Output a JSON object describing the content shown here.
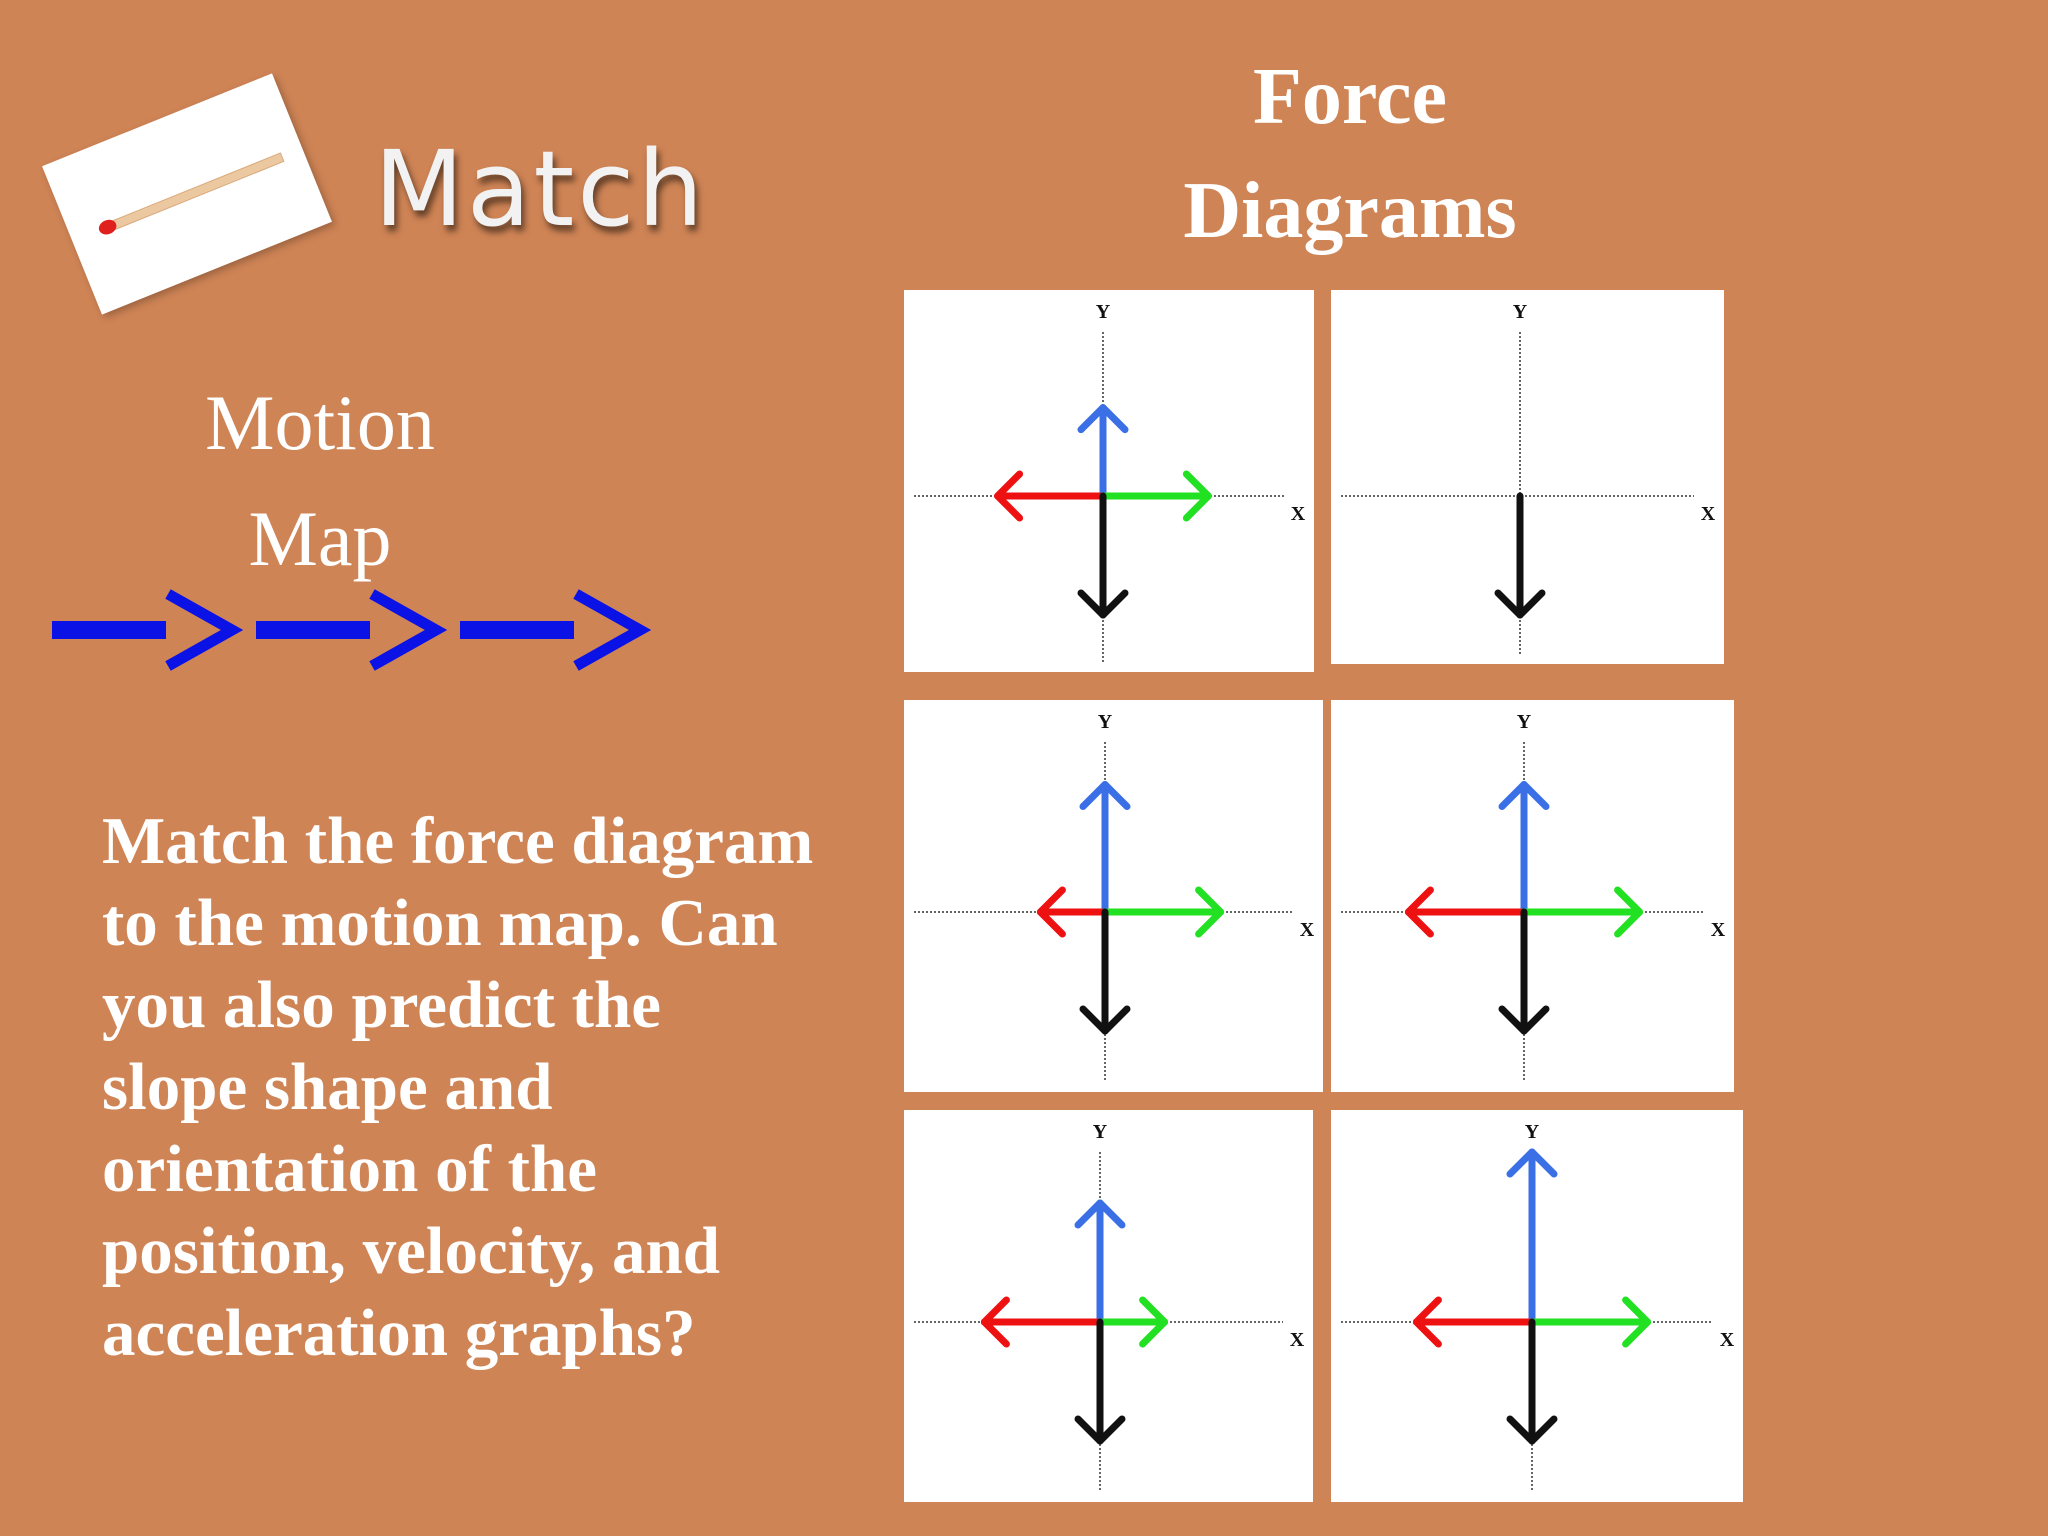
{
  "slide": {
    "title": "Match",
    "motion_map_title": [
      "Motion",
      "Map"
    ],
    "force_diagrams_title": [
      "Force",
      "Diagrams"
    ],
    "instructions": "Match the force diagram to the motion map.  Can you also predict the slope shape and orientation of the position, velocity, and acceleration graphs?"
  },
  "colors": {
    "background": "#cf8455",
    "motion_arrow": "#0a12e6",
    "up_force": "#3a6fe6",
    "left_force": "#ee1111",
    "right_force": "#22e022",
    "down_force": "#111111"
  },
  "motion_map": {
    "arrows": 3,
    "direction": "right"
  },
  "force_diagrams": {
    "axis_labels": {
      "x": "X",
      "y": "Y"
    },
    "panels": [
      {
        "id": "top-left",
        "forces": {
          "up": 0.52,
          "down": 0.7,
          "left": 0.62,
          "right": 0.62
        }
      },
      {
        "id": "top-right",
        "forces": {
          "up": 0,
          "down": 0.7,
          "left": 0,
          "right": 0
        }
      },
      {
        "id": "middle-left",
        "forces": {
          "up": 0.75,
          "down": 0.7,
          "left": 0.38,
          "right": 0.68
        }
      },
      {
        "id": "middle-right",
        "forces": {
          "up": 0.75,
          "down": 0.7,
          "left": 0.68,
          "right": 0.68
        }
      },
      {
        "id": "bottom-left",
        "forces": {
          "up": 0.7,
          "down": 0.7,
          "left": 0.68,
          "right": 0.38
        }
      },
      {
        "id": "bottom-right",
        "forces": {
          "up": 1.0,
          "down": 0.7,
          "left": 0.68,
          "right": 0.68
        }
      }
    ]
  }
}
